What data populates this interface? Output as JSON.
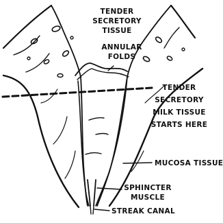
{
  "diagram": {
    "labels": {
      "tender_secretory_tissue": [
        "TENDER",
        "SECRETORY",
        "TISSUE"
      ],
      "annular_folds": [
        "ANNULAR",
        "FOLDS"
      ],
      "milk_tissue_boundary": [
        "TENDER",
        "SECRETORY",
        "MILK TISSUE",
        "STARTS HERE"
      ],
      "mucosa_tissue": "MUCOSA TISSUE",
      "sphincter_muscle": [
        "SPHINCTER",
        "MUSCLE"
      ],
      "streak_canal": "STREAK CANAL"
    },
    "colors": {
      "ink": "#111111",
      "paper": "#ffffff"
    }
  }
}
